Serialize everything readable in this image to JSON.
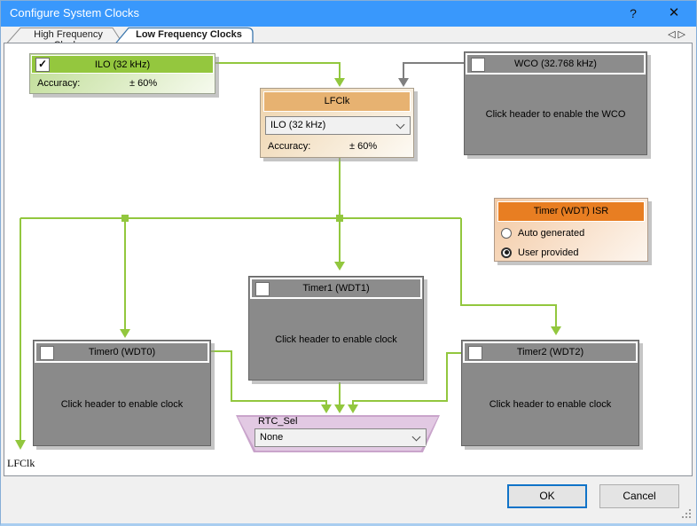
{
  "window": {
    "title": "Configure System Clocks",
    "help_glyph": "?",
    "close_glyph": "✕"
  },
  "tabs": [
    {
      "label": "High Frequency Clocks",
      "active": false
    },
    {
      "label": "Low Frequency Clocks",
      "active": true
    }
  ],
  "tab_scroll": {
    "left": "◁",
    "right": "▷"
  },
  "icons": {
    "check": "✓"
  },
  "blocks": {
    "ilo": {
      "title": "ILO (32 kHz)",
      "checked": true,
      "accuracy_label": "Accuracy:",
      "accuracy_value": "± 60%"
    },
    "wco": {
      "title": "WCO (32.768 kHz)",
      "checked": false,
      "body": "Click header to enable the WCO"
    },
    "lfclk": {
      "title": "LFClk",
      "source_value": "ILO (32 kHz)",
      "accuracy_label": "Accuracy:",
      "accuracy_value": "± 60%"
    },
    "wdt_isr": {
      "title": "Timer (WDT) ISR",
      "options": [
        {
          "label": "Auto generated",
          "selected": false
        },
        {
          "label": "User provided",
          "selected": true
        }
      ]
    },
    "timer0": {
      "title": "Timer0 (WDT0)",
      "checked": false,
      "body": "Click header to enable clock"
    },
    "timer1": {
      "title": "Timer1 (WDT1)",
      "checked": false,
      "body": "Click header to enable clock"
    },
    "timer2": {
      "title": "Timer2 (WDT2)",
      "checked": false,
      "body": "Click header to enable clock"
    },
    "rtc_sel": {
      "title": "RTC_Sel",
      "value": "None"
    }
  },
  "canvas": {
    "output_label": "LFClk"
  },
  "footer": {
    "ok_label": "OK",
    "cancel_label": "Cancel"
  },
  "colors": {
    "titlebar": "#3998fc",
    "wire_green": "#92c73e",
    "wire_gray": "#7f7f7f",
    "ilo_green": "#94c73e",
    "lfclk_tan": "#e7b271",
    "isr_orange": "#e87e22",
    "block_gray": "#8a8a8a",
    "rtc_purple": "#e2c9e3",
    "ok_focus_blue": "#1073c8"
  }
}
